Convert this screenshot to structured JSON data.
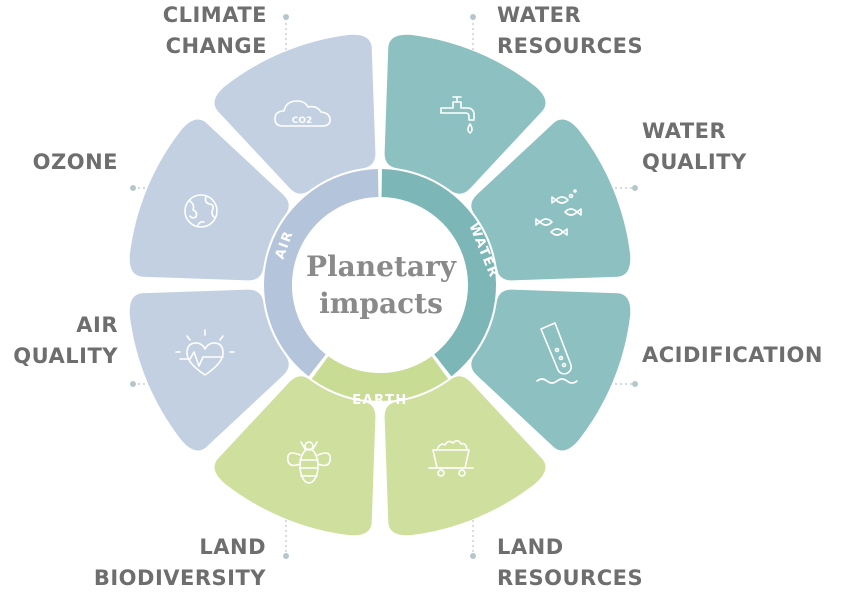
{
  "center": {
    "line1": "Planetary",
    "line2": "impacts"
  },
  "ring": {
    "air": "AIR",
    "water": "WATER",
    "earth": "EARTH"
  },
  "labels": {
    "climate_change": [
      "CLIMATE",
      "CHANGE"
    ],
    "water_resources": [
      "WATER",
      "RESOURCES"
    ],
    "ozone": [
      "OZONE"
    ],
    "water_quality": [
      "WATER",
      "QUALITY"
    ],
    "air_quality": [
      "AIR",
      "QUALITY"
    ],
    "acidification": [
      "ACIDIFICATION"
    ],
    "land_biodiversity": [
      "LAND",
      "BIODIVERSITY"
    ],
    "land_resources": [
      "LAND",
      "RESOURCES"
    ]
  },
  "icons": {
    "climate_change": "co2-cloud-icon",
    "water_resources": "water-tap-icon",
    "ozone": "globe-icon",
    "water_quality": "fish-icon",
    "air_quality": "heart-pulse-icon",
    "acidification": "test-tube-icon",
    "land_biodiversity": "bee-icon",
    "land_resources": "mine-cart-icon"
  },
  "co2_text": "CO2",
  "colors": {
    "air": "#c2d0e2",
    "air_dark": "#b4c4da",
    "water": "#8dc0c0",
    "water_dark": "#7db6b7",
    "earth": "#cfdf9e",
    "earth_ring": "#c8dc94",
    "label": "#6e6e6e",
    "center": "#8a8a8a",
    "leader": "#b5c7cb"
  }
}
